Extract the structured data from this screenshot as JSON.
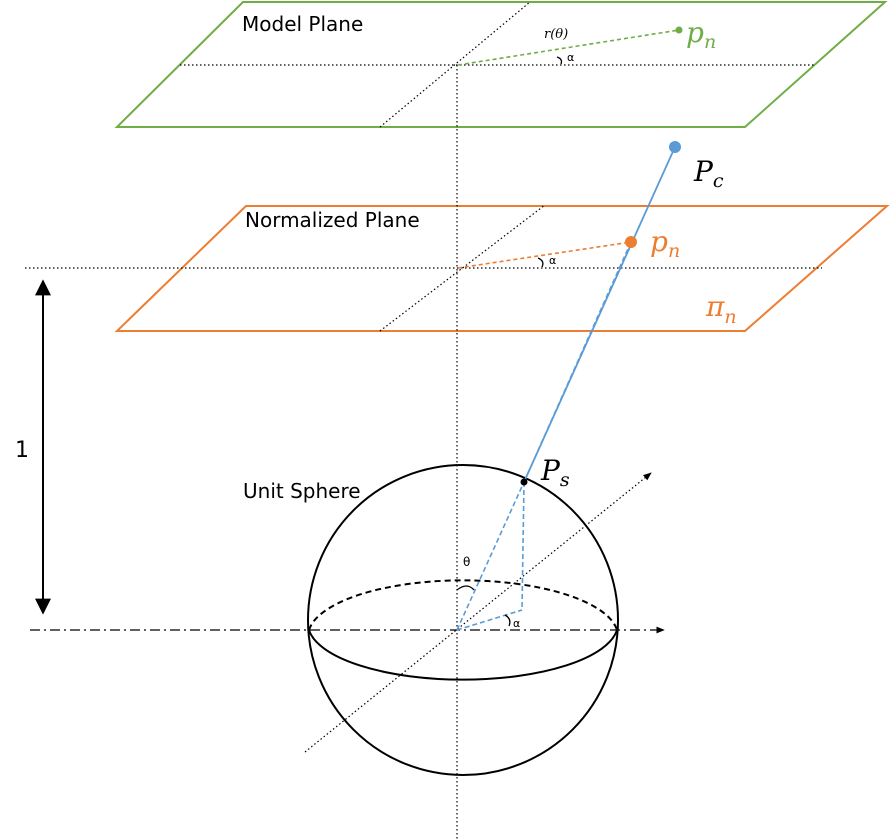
{
  "labels": {
    "model_plane": "Model Plane",
    "normalized_plane": "Normalized Plane",
    "unit_sphere": "Unit Sphere",
    "one": "1",
    "r_theta": "r(θ)",
    "alpha": "α",
    "theta": "θ",
    "p_n_model": {
      "base": "p",
      "sub": "n"
    },
    "p_n_normalized": {
      "base": "p",
      "sub": "n"
    },
    "P_c": {
      "base": "P",
      "sub": "c"
    },
    "P_s": {
      "base": "P",
      "sub": "s"
    },
    "pi_n": {
      "base": "π",
      "sub": "n"
    }
  },
  "colors": {
    "model_plane": "#70ad47",
    "normalized_plane": "#ed7d31",
    "ray": "#5b9bd5",
    "axes": "#000000"
  }
}
